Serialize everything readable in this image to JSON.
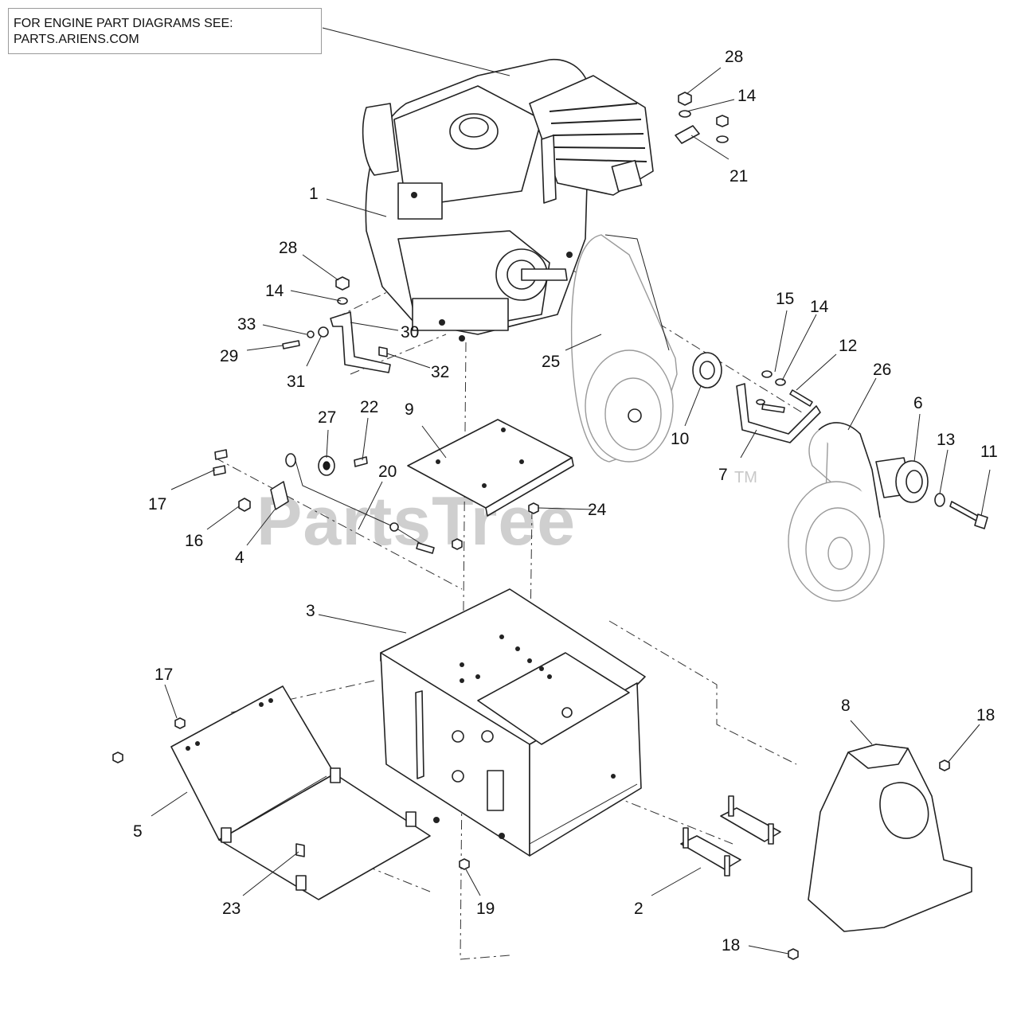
{
  "note": {
    "line1": "FOR ENGINE PART DIAGRAMS SEE:",
    "line2": "PARTS.ARIENS.COM"
  },
  "watermark": {
    "text": "PartsTree",
    "tm": "TM"
  },
  "callouts": [
    {
      "id": "c28a",
      "label": "28"
    },
    {
      "id": "c14a",
      "label": "14"
    },
    {
      "id": "c21",
      "label": "21"
    },
    {
      "id": "c1",
      "label": "1"
    },
    {
      "id": "c28b",
      "label": "28"
    },
    {
      "id": "c14b",
      "label": "14"
    },
    {
      "id": "c33",
      "label": "33"
    },
    {
      "id": "c30",
      "label": "30"
    },
    {
      "id": "c29",
      "label": "29"
    },
    {
      "id": "c31",
      "label": "31"
    },
    {
      "id": "c32",
      "label": "32"
    },
    {
      "id": "c15",
      "label": "15"
    },
    {
      "id": "c14c",
      "label": "14"
    },
    {
      "id": "c12",
      "label": "12"
    },
    {
      "id": "c25",
      "label": "25"
    },
    {
      "id": "c26",
      "label": "26"
    },
    {
      "id": "c10",
      "label": "10"
    },
    {
      "id": "c6",
      "label": "6"
    },
    {
      "id": "c13",
      "label": "13"
    },
    {
      "id": "c11",
      "label": "11"
    },
    {
      "id": "c7",
      "label": "7"
    },
    {
      "id": "c27",
      "label": "27"
    },
    {
      "id": "c22",
      "label": "22"
    },
    {
      "id": "c9",
      "label": "9"
    },
    {
      "id": "c20",
      "label": "20"
    },
    {
      "id": "c24",
      "label": "24"
    },
    {
      "id": "c17a",
      "label": "17"
    },
    {
      "id": "c16",
      "label": "16"
    },
    {
      "id": "c4",
      "label": "4"
    },
    {
      "id": "c3",
      "label": "3"
    },
    {
      "id": "c17b",
      "label": "17"
    },
    {
      "id": "c8",
      "label": "8"
    },
    {
      "id": "c18a",
      "label": "18"
    },
    {
      "id": "c5",
      "label": "5"
    },
    {
      "id": "c23",
      "label": "23"
    },
    {
      "id": "c19",
      "label": "19"
    },
    {
      "id": "c2",
      "label": "2"
    },
    {
      "id": "c18b",
      "label": "18"
    }
  ]
}
